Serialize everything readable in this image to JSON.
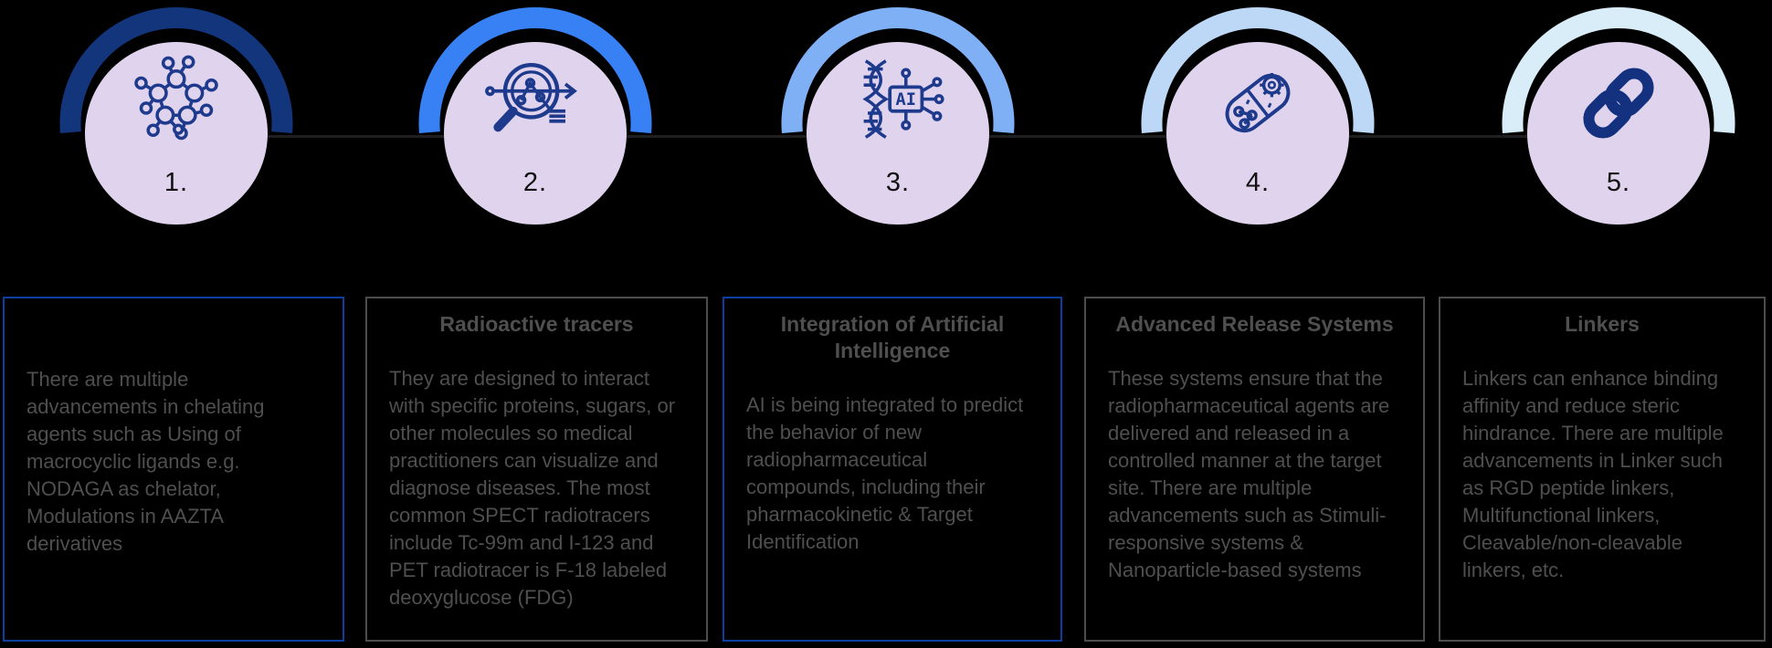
{
  "background_color": "#000000",
  "circle_fill_color": "#e0d3ee",
  "icon_color": "#1e3a8c",
  "connector_color": "#1f1f1f",
  "text_color": "#4f4f4f",
  "steps": [
    {
      "number": "1.",
      "icon": "molecule-icon",
      "arc_color": "#12357c",
      "box_border_color": "#0c3f9f",
      "title": "",
      "body": "There are multiple advancements in chelating agents such as Using of macrocyclic ligands e.g. NODAGA as chelator, Modulations in AAZTA derivatives"
    },
    {
      "number": "2.",
      "icon": "magnifier-analytics-icon",
      "arc_color": "#3781f4",
      "box_border_color": "#4d4d4d",
      "title": "Radioactive tracers",
      "body": "They are designed to interact with specific proteins, sugars, or other molecules so medical practitioners can visualize and diagnose diseases. The most common SPECT radiotracers include Tc-99m and I-123 and  PET radiotracer is F-18 labeled deoxyglucose (FDG)"
    },
    {
      "number": "3.",
      "icon": "dna-ai-icon",
      "arc_color": "#7fb0f5",
      "box_border_color": "#0c3f9f",
      "title": "Integration of Artificial Intelligence",
      "body": "AI is being integrated to predict the behavior of new radiopharmaceutical compounds, including their pharmacokinetic & Target Identification"
    },
    {
      "number": "4.",
      "icon": "capsule-gear-icon",
      "arc_color": "#bdd8f7",
      "box_border_color": "#4d4d4d",
      "title": "Advanced Release Systems",
      "body": "These systems ensure that the radiopharmaceutical agents are delivered and released in a controlled manner at the target site. There are multiple advancements such as Stimuli-responsive systems & Nanoparticle-based systems"
    },
    {
      "number": "5.",
      "icon": "chain-link-icon",
      "arc_color": "#d8edf8",
      "box_border_color": "#4d4d4d",
      "title": "Linkers",
      "body": "Linkers can enhance binding affinity and reduce steric hindrance. There are multiple advancements in Linker such as RGD peptide linkers, Multifunctional linkers, Cleavable/non-cleavable linkers, etc."
    }
  ]
}
